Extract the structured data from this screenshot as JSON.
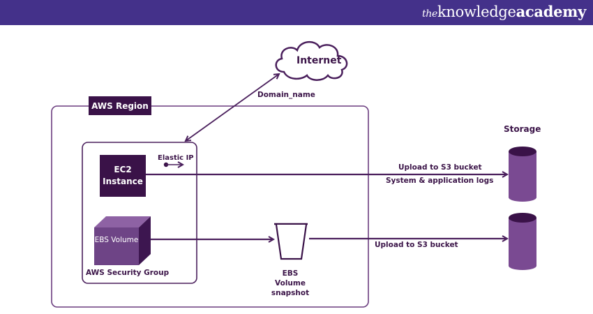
{
  "header": {
    "brand_the": "the",
    "brand_knowledge": "knowledge",
    "brand_academy": "academy"
  },
  "colors": {
    "banner": "#44318a",
    "dark_purple": "#3a1248",
    "mid_purple": "#7a4a92",
    "line": "#4a1f5c"
  },
  "diagram": {
    "internet": "Internet",
    "domain_name": "Domain_name",
    "region_label": "AWS Region",
    "ec2_label": "EC2 Instance",
    "elastic_ip": "Elastic IP",
    "ebs_label": "EBS Volume",
    "security_group": "AWS Security Group",
    "snapshot_label": "EBS Volume snapshot",
    "storage_title": "Storage",
    "upload_1": "Upload to S3 bucket",
    "logs": "System & application logs",
    "upload_2": "Upload to S3 bucket"
  }
}
